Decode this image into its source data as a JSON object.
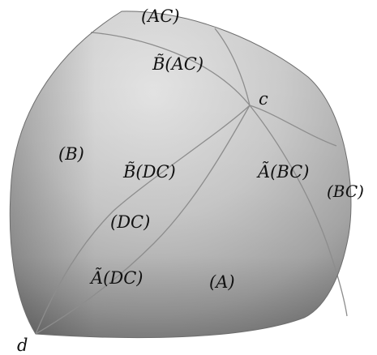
{
  "diagram": {
    "labels": {
      "AC": "(AC)",
      "B_tilde_AC": "B̃(AC)",
      "c": "c",
      "B": "(B)",
      "B_tilde_DC": "B̃(DC)",
      "A_tilde_BC": "Ã(BC)",
      "BC": "(BC)",
      "DC": "(DC)",
      "A_tilde_DC": "Ã(DC)",
      "A": "(A)",
      "d": "d"
    },
    "colors": {
      "surface_light": "#e4e4e4",
      "surface_mid": "#b9b9b9",
      "surface_dark": "#8f8f8f",
      "edge": "#8d8d8d"
    }
  }
}
